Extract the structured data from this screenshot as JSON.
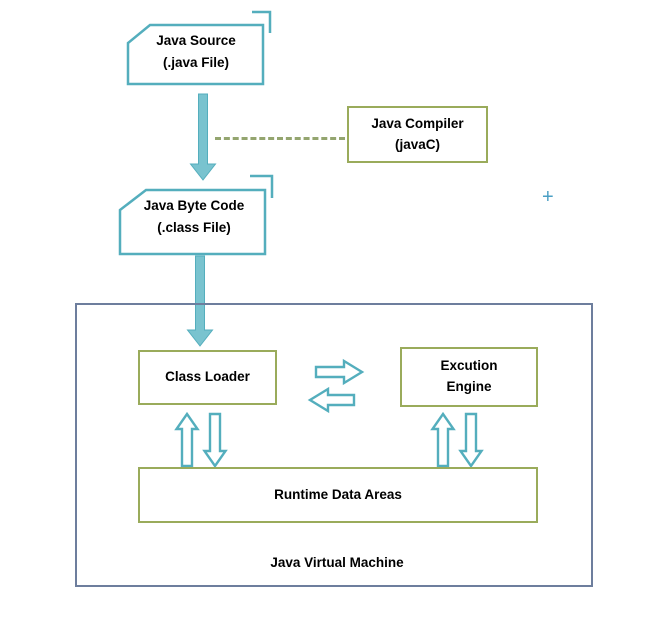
{
  "colors": {
    "teal_stroke": "#54aebd",
    "teal_fill": "#79c3cf",
    "olive_border": "#9aab5b",
    "jvm_border": "#6d7e9d",
    "dashed_connector": "#94a56f",
    "text": "#000000",
    "background": "#ffffff"
  },
  "nodes": {
    "java_source": {
      "line1": "Java Source",
      "line2": "(.java File)"
    },
    "java_compiler": {
      "line1": "Java Compiler",
      "line2": "(javaC)"
    },
    "java_byte_code": {
      "line1": "Java Byte Code",
      "line2": "(.class File)"
    },
    "class_loader": {
      "label": "Class Loader"
    },
    "execution_engine": {
      "line1": "Excution",
      "line2": "Engine"
    },
    "runtime_data_areas": {
      "label": "Runtime Data Areas"
    },
    "jvm": {
      "label": "Java Virtual Machine"
    }
  },
  "cursor": {
    "glyph": "+"
  }
}
